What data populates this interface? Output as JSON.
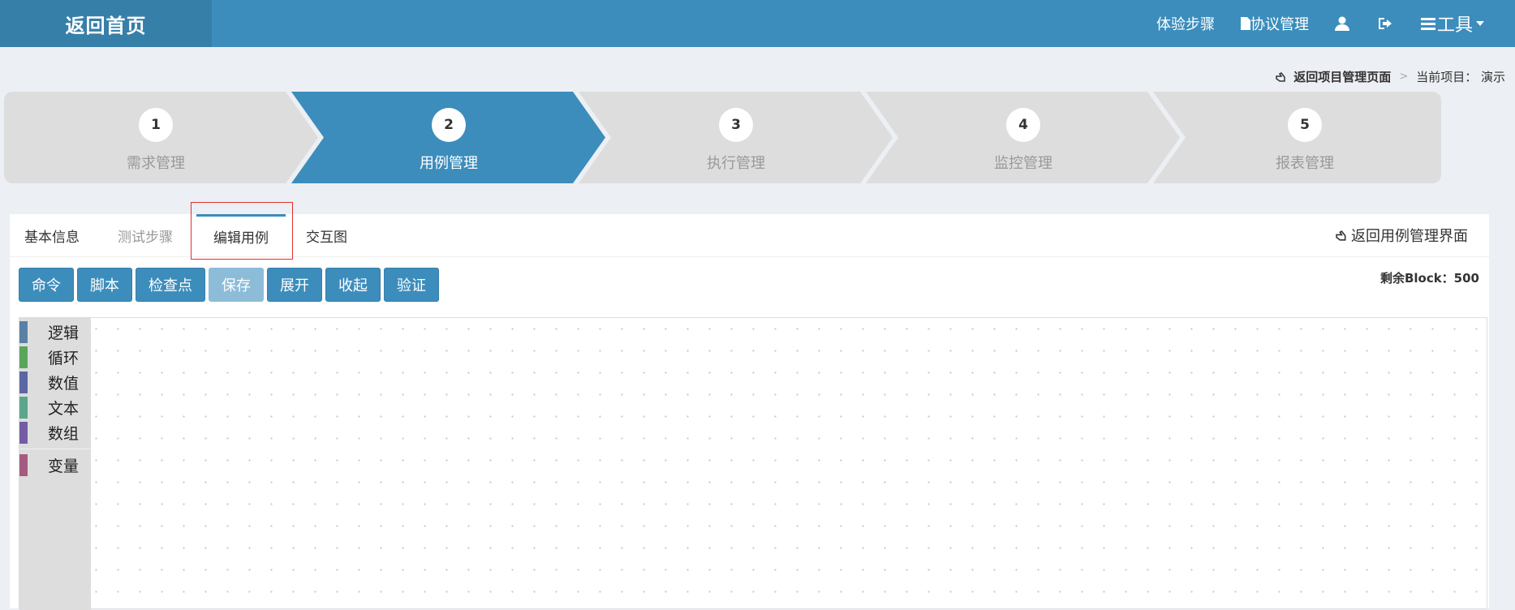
{
  "header": {
    "home_label": "返回首页",
    "nav": {
      "experience_steps": "体验步骤",
      "protocol_mgmt": "协议管理",
      "tools": "工具"
    }
  },
  "breadcrumb": {
    "back_label": "返回项目管理页面",
    "separator": ">",
    "current_project": "当前项目：  演示"
  },
  "wizard": {
    "steps": [
      {
        "num": "1",
        "label": "需求管理"
      },
      {
        "num": "2",
        "label": "用例管理"
      },
      {
        "num": "3",
        "label": "执行管理"
      },
      {
        "num": "4",
        "label": "监控管理"
      },
      {
        "num": "5",
        "label": "报表管理"
      }
    ],
    "active_index": 1,
    "colors": {
      "active": "#3c8dbc",
      "inactive": "#dddddd"
    }
  },
  "tabs": {
    "items": [
      {
        "label": "基本信息"
      },
      {
        "label": "测试步骤"
      },
      {
        "label": "编辑用例"
      },
      {
        "label": "交互图"
      }
    ],
    "back_label": "返回用例管理界面"
  },
  "toolbar": {
    "command": "命令",
    "script": "脚本",
    "checkpoint": "检查点",
    "save": "保存",
    "expand": "展开",
    "collapse": "收起",
    "validate": "验证",
    "remaining": "剩余Block：500"
  },
  "toolbox": {
    "categories": [
      {
        "label": "逻辑",
        "color": "#5b80a5"
      },
      {
        "label": "循环",
        "color": "#5ba55b"
      },
      {
        "label": "数值",
        "color": "#5b67a5"
      },
      {
        "label": "文本",
        "color": "#5ba58c"
      },
      {
        "label": "数组",
        "color": "#745ba5"
      },
      {
        "label": "变量",
        "color": "#a55b80"
      }
    ]
  }
}
